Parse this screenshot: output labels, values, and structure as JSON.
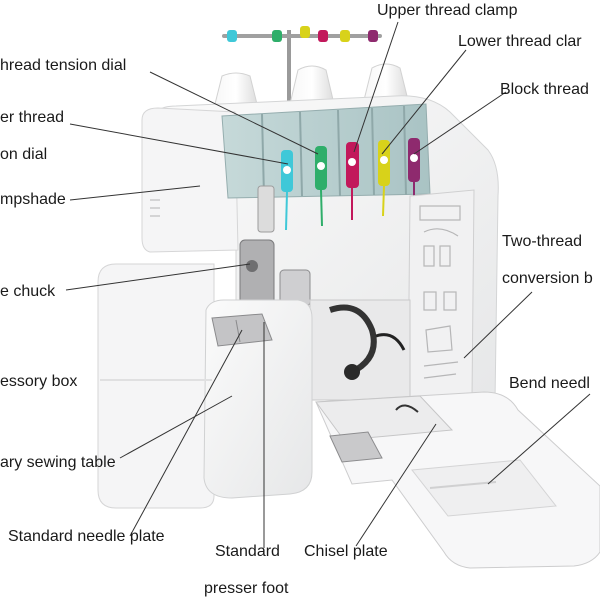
{
  "diagram": {
    "labels": {
      "upper_thread_clamp": "Upper thread clamp",
      "lower_thread_clamp": "Lower thread clar",
      "block_thread": "Block thread",
      "thread_tension_dial": "hread tension dial",
      "lower_thread_line1": "er thread",
      "lower_thread_line2": "on dial",
      "lampshade": "mpshade",
      "two_thread_line1": "Two-thread",
      "two_thread_line2": "conversion b",
      "needle_chuck": "e chuck",
      "accessory_box": "essory box",
      "bend_needle": "Bend needl",
      "auxiliary_table": "ary sewing table",
      "standard_needle_plate": "Standard needle plate",
      "standard_presser_line1": "Standard",
      "standard_presser_line2": "presser foot",
      "chisel_plate": "Chisel plate"
    },
    "colors": {
      "body": "#f3f3f4",
      "panel": "#b9d0d0",
      "cone": "#eeeeee",
      "thread_cyan": "#3fc8d8",
      "thread_green": "#2fae6a",
      "thread_magenta": "#c2185b",
      "thread_yellow": "#d8d21a",
      "thread_purple": "#8e2a6e",
      "leader": "#333333"
    }
  }
}
